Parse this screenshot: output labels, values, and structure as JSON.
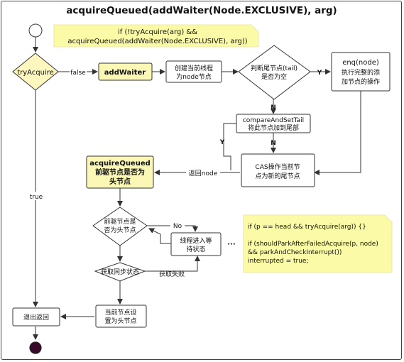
{
  "title": "acquireQueued(addWaiter(Node.EXCLUSIVE), arg)",
  "notes": {
    "top": [
      "if (!tryAcquire(arg) &&",
      "acquireQueued(addWaiter(Node.EXCLUSIVE), arg))"
    ],
    "right": [
      "if (p == head && tryAcquire(arg)) {}",
      "",
      "if (shouldParkAfterFailedAcquire(p, node)",
      "&& parkAndCheckInterrupt())",
      "interrupted = true;"
    ]
  },
  "nodes": {
    "try_acquire": "tryAcquire",
    "add_waiter": "addWaiter",
    "create_node": [
      "创建当前线程",
      "为node节点"
    ],
    "tail_empty": [
      "判断尾节点(tail)",
      "是否为空"
    ],
    "enq": [
      "enq(node)",
      "执行完整的添",
      "加节点的操作"
    ],
    "compare_set_tail": [
      "compareAndSetTail",
      "将此节点加到尾部"
    ],
    "cas_tail": [
      "CAS操作当前节",
      "点为新的尾节点"
    ],
    "acquire_queued": [
      "acquireQueued",
      "前驱节点是否为",
      "头节点"
    ],
    "pred_is_head": [
      "前驱节点是",
      "否为头节点"
    ],
    "get_sync": "获取同步状态",
    "thread_wait": [
      "线程进入等",
      "待状态"
    ],
    "set_head": [
      "当前节点设",
      "置为头节点"
    ],
    "exit_return": "退出返回"
  },
  "edge_labels": {
    "false": "false",
    "true": "true",
    "y_right": "Y",
    "n_down": "N",
    "y_left": "Y",
    "n_cas": "N",
    "return_node": "返回node",
    "no": "No",
    "acquire_fail": "获取失败",
    "dots": "···"
  },
  "colors": {
    "decision_fill": "#fdf7bf",
    "note_fill": "#fbfaa6",
    "highlight_fill": "#fbf7b5",
    "stroke": "#333333",
    "dark": "#222222"
  }
}
